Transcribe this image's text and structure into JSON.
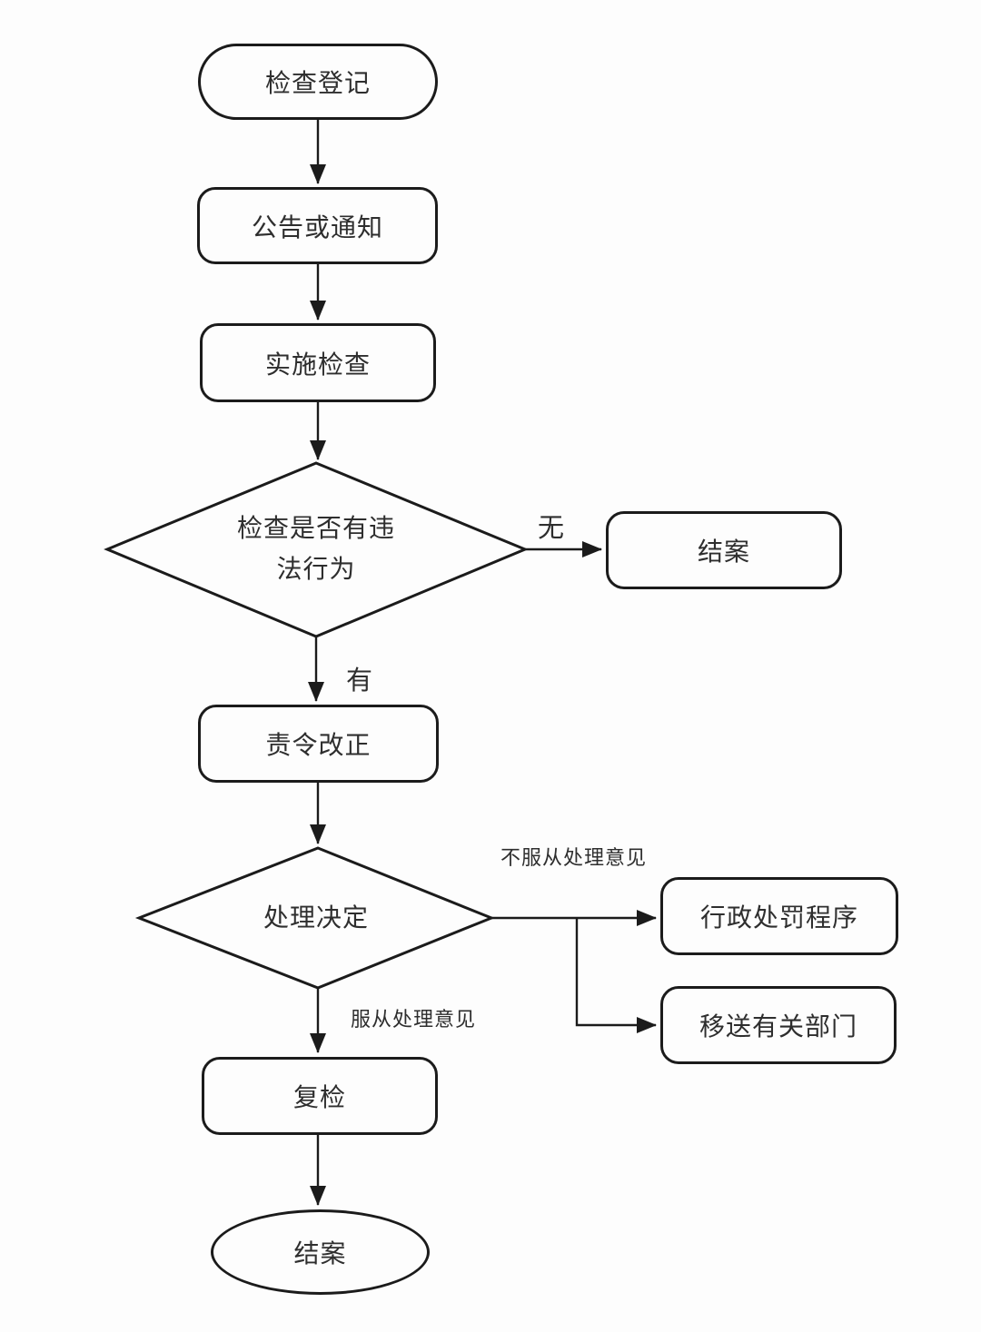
{
  "nodes": {
    "start": "检查登记",
    "notice": "公告或通知",
    "inspect": "实施检查",
    "decision_violation": "检查是否有违法行为",
    "close_case_right": "结案",
    "order_correction": "责令改正",
    "decision_handling": "处理决定",
    "admin_penalty": "行政处罚程序",
    "transfer_dept": "移送有关部门",
    "recheck": "复检",
    "close_case_end": "结案"
  },
  "edge_labels": {
    "no": "无",
    "yes": "有",
    "disobey": "不服从处理意见",
    "obey": "服从处理意见"
  },
  "colors": {
    "stroke": "#1b1b1b",
    "text": "#2e2e2e",
    "background": "#fdfdfd"
  }
}
